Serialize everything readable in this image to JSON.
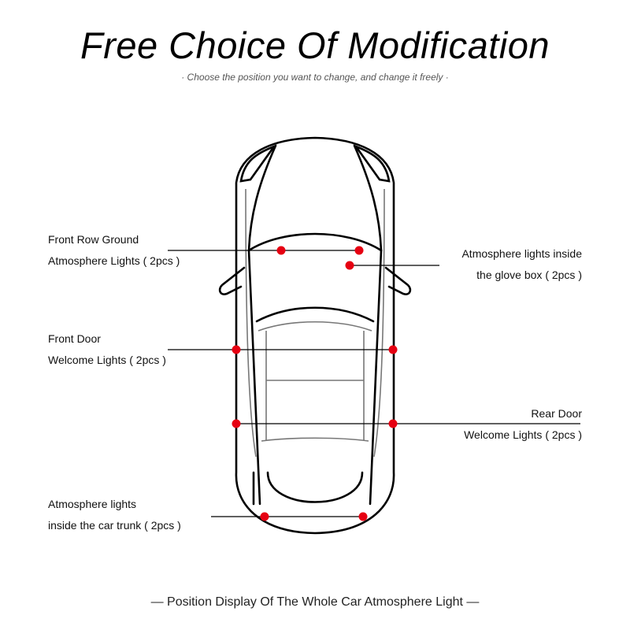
{
  "header": {
    "title": "Free Choice Of Modification",
    "subtitle": "· Choose the position you want to change, and change it freely ·"
  },
  "callouts": [
    {
      "line1": "Front Row Ground",
      "line2": "Atmosphere Lights ( 2pcs )"
    },
    {
      "line1": "Atmosphere lights inside",
      "line2": "the glove box ( 2pcs )"
    },
    {
      "line1": "Front Door",
      "line2": "Welcome Lights ( 2pcs )"
    },
    {
      "line1": "Rear Door",
      "line2": "Welcome Lights ( 2pcs )"
    },
    {
      "line1": "Atmosphere lights",
      "line2": "inside the car trunk ( 2pcs )"
    }
  ],
  "footer": "— Position Display Of The Whole Car Atmosphere Light —",
  "colors": {
    "marker": "#e60012",
    "line": "#000000"
  }
}
